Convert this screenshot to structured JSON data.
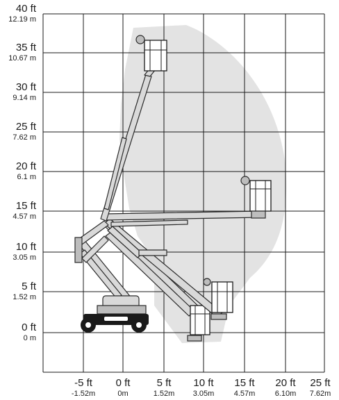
{
  "y_axis": {
    "ticks": [
      {
        "ft": "40 ft",
        "m": "12.19 m"
      },
      {
        "ft": "35 ft",
        "m": "10.67 m"
      },
      {
        "ft": "30 ft",
        "m": "9.14 m"
      },
      {
        "ft": "25 ft",
        "m": "7.62 m"
      },
      {
        "ft": "20 ft",
        "m": "6.1 m"
      },
      {
        "ft": "15 ft",
        "m": "4.57 m"
      },
      {
        "ft": "10 ft",
        "m": "3.05 m"
      },
      {
        "ft": "5 ft",
        "m": "1.52 m"
      },
      {
        "ft": "0 ft",
        "m": "0 m"
      }
    ]
  },
  "x_axis": {
    "ticks": [
      {
        "ft": "-5 ft",
        "m": "-1.52m"
      },
      {
        "ft": "0 ft",
        "m": "0m"
      },
      {
        "ft": "5 ft",
        "m": "1.52m"
      },
      {
        "ft": "10 ft",
        "m": "3.05m"
      },
      {
        "ft": "15 ft",
        "m": "4.57m"
      },
      {
        "ft": "20 ft",
        "m": "6.10m"
      },
      {
        "ft": "25 ft",
        "m": "7.62m"
      }
    ]
  },
  "colors": {
    "envelope": "#e3e3e3",
    "grid": "#1a1a1a",
    "boom": "#d9d9d9"
  }
}
